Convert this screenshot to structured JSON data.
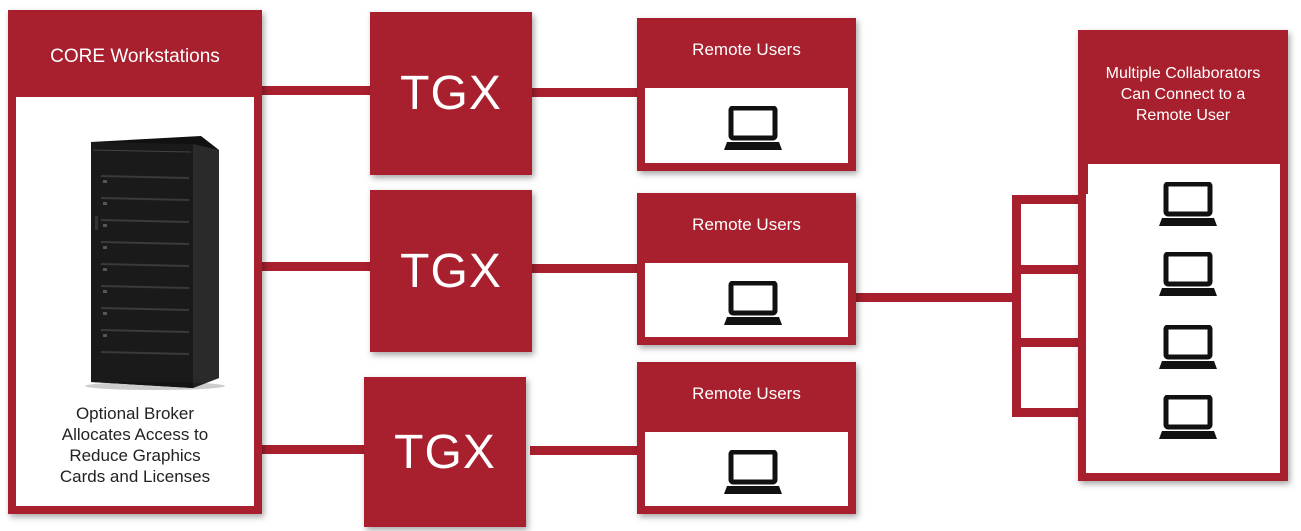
{
  "workstations": {
    "title": "CORE Workstations",
    "caption_lines": [
      "Optional Broker",
      "Allocates Access to",
      "Reduce Graphics",
      "Cards and Licenses"
    ]
  },
  "gateways": [
    {
      "label": "TGX"
    },
    {
      "label": "TGX"
    },
    {
      "label": "TGX"
    }
  ],
  "remote_users": [
    {
      "label": "Remote Users",
      "icon": "laptop-icon"
    },
    {
      "label": "Remote Users",
      "icon": "laptop-icon"
    },
    {
      "label": "Remote Users",
      "icon": "laptop-icon"
    }
  ],
  "collaborators": {
    "title_lines": [
      "Multiple Collaborators",
      "Can Connect to a",
      "Remote User"
    ],
    "laptops": [
      "laptop-icon",
      "laptop-icon",
      "laptop-icon",
      "laptop-icon"
    ]
  },
  "colors": {
    "accent": "#a81f2d",
    "background": "#ffffff",
    "icon": "#111111"
  }
}
